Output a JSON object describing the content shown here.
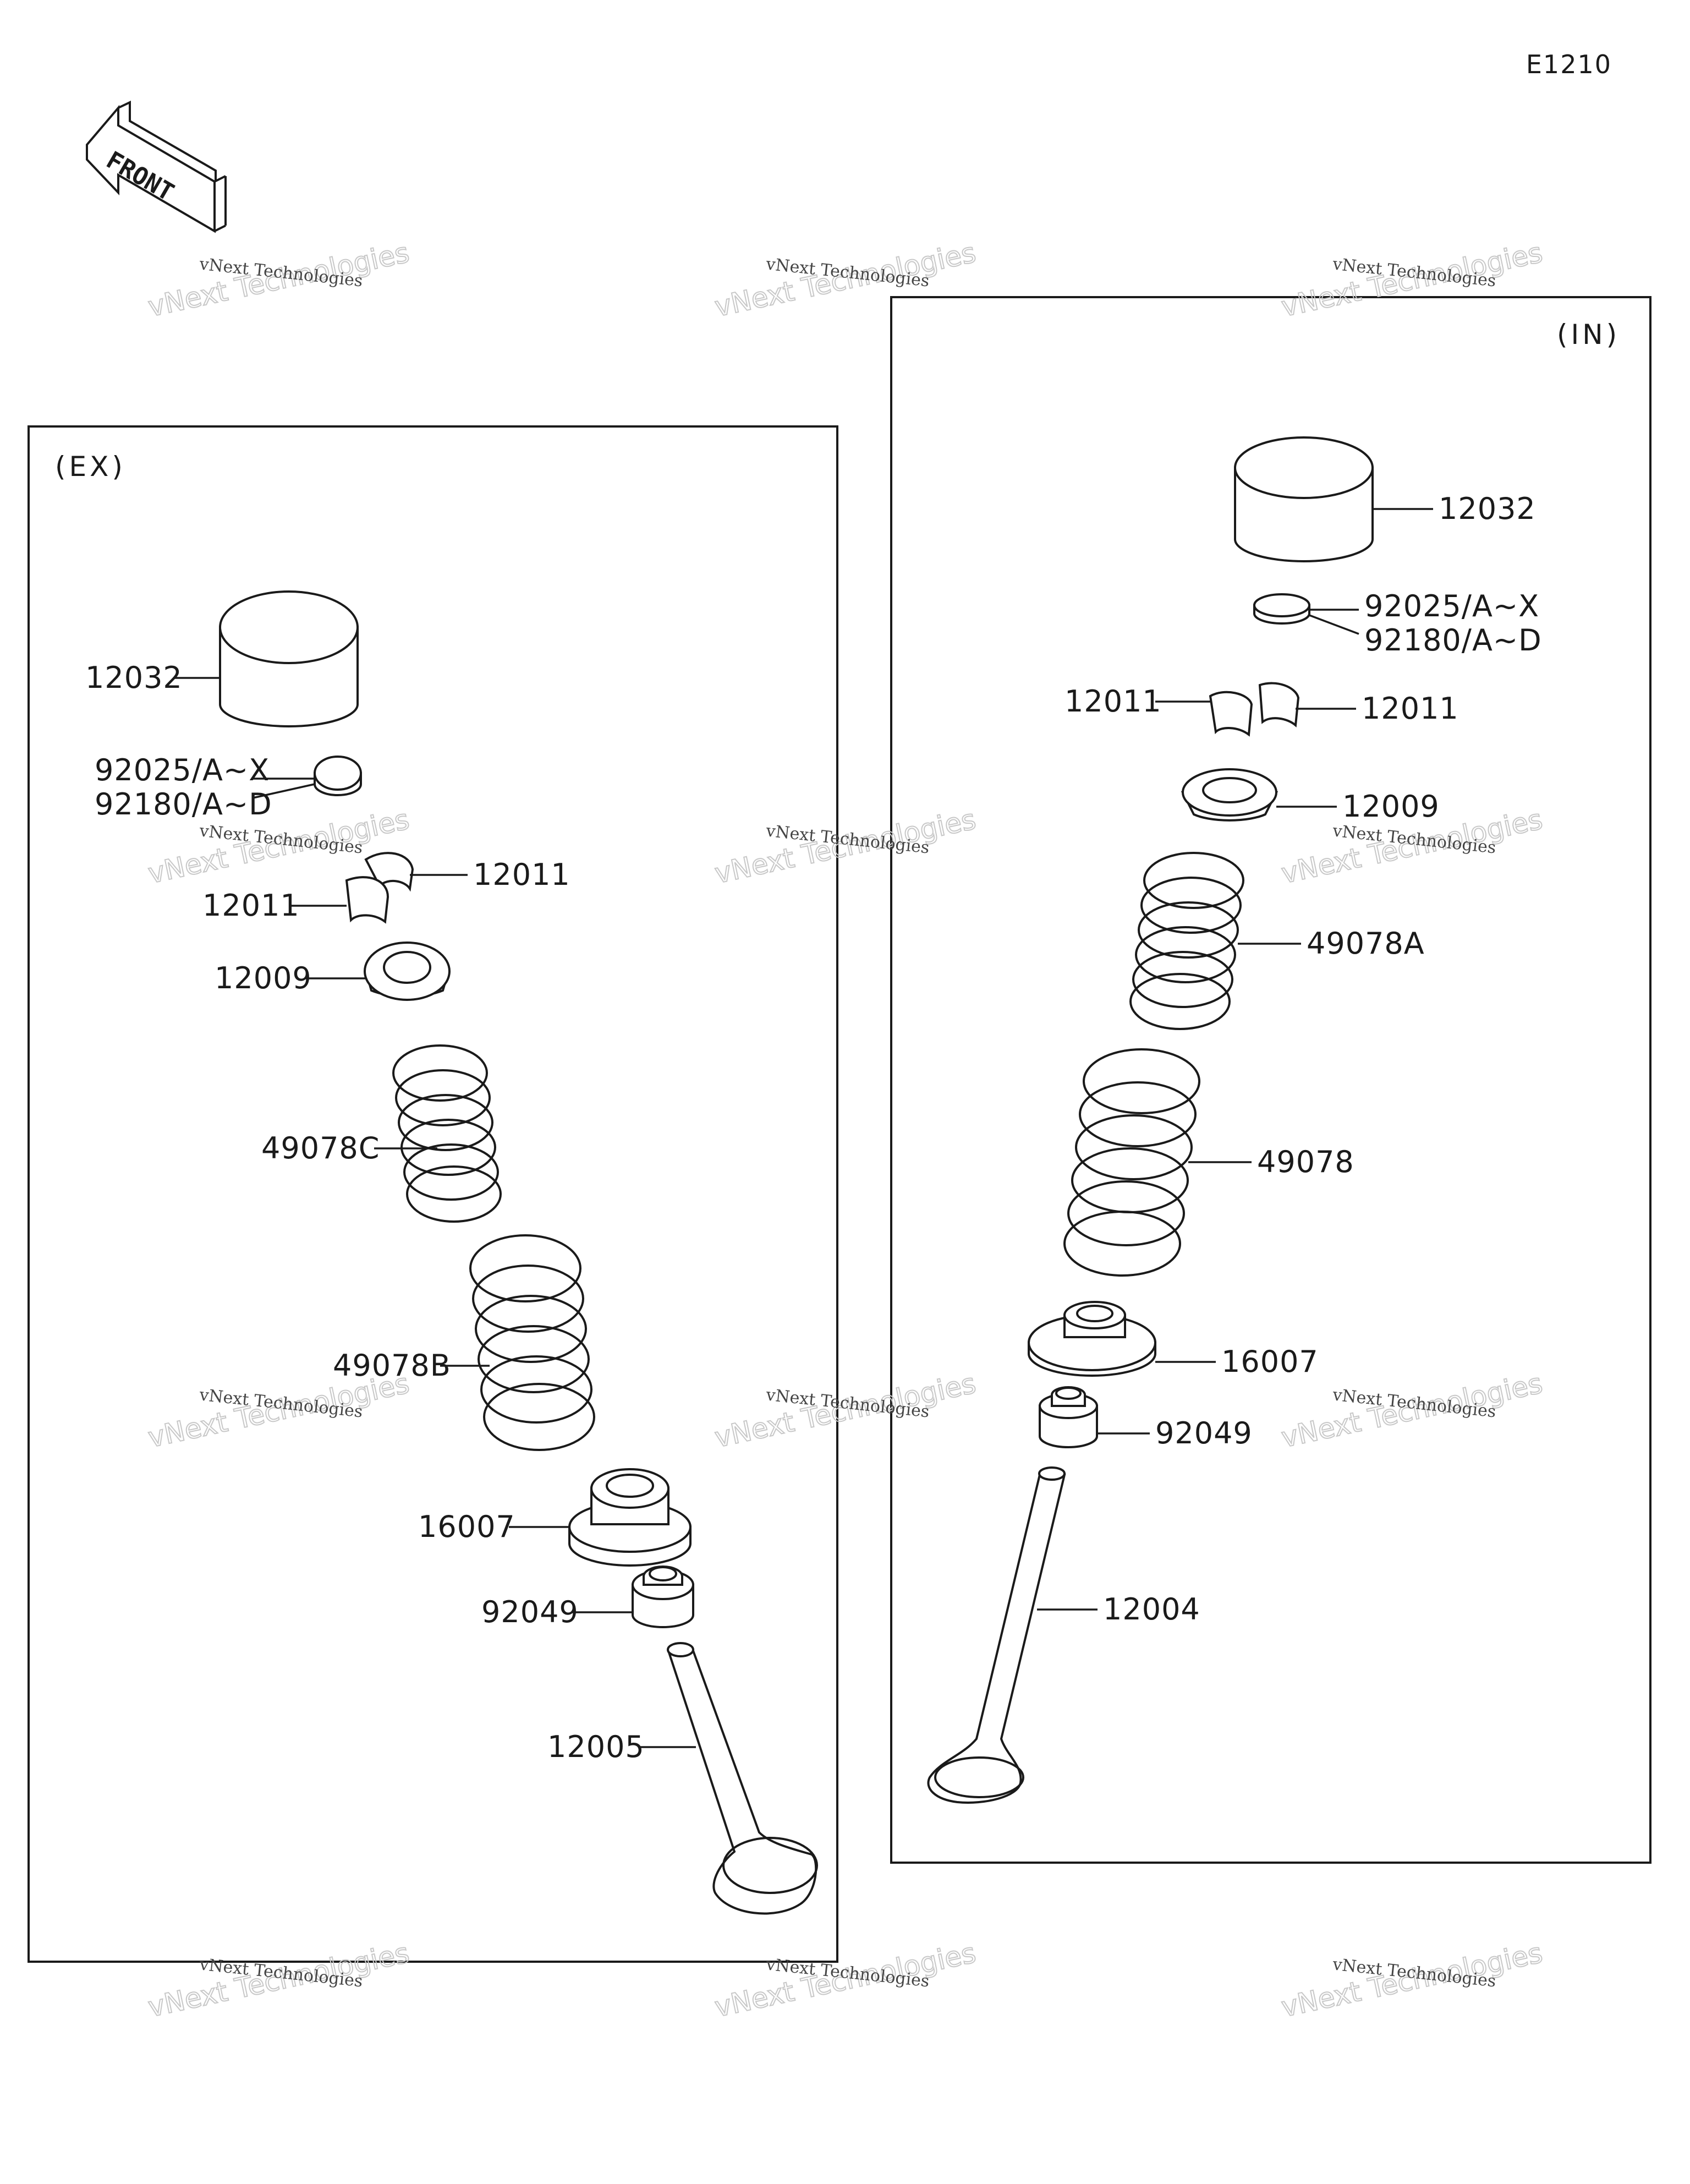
{
  "diagram_code": "E1210",
  "front_label": "FRONT",
  "watermark": {
    "line1": "vNext Technologies",
    "line2": "vNext Technologies"
  },
  "sections": {
    "ex": {
      "title": "(EX)",
      "labels": {
        "tappet": "12032",
        "shim_1": "92025/A~X",
        "shim_2": "92180/A~D",
        "cotter_upper": "12011",
        "cotter_lower": "12011",
        "retainer": "12009",
        "spring_inner": "49078C",
        "spring_outer": "49078B",
        "spring_seat": "16007",
        "stem_seal": "92049",
        "valve": "12005"
      }
    },
    "in": {
      "title": "(IN)",
      "labels": {
        "tappet": "12032",
        "shim_1": "92025/A~X",
        "shim_2": "92180/A~D",
        "cotter_left": "12011",
        "cotter_right": "12011",
        "retainer": "12009",
        "spring_inner": "49078A",
        "spring_outer": "49078",
        "spring_seat": "16007",
        "stem_seal": "92049",
        "valve": "12004"
      }
    }
  }
}
